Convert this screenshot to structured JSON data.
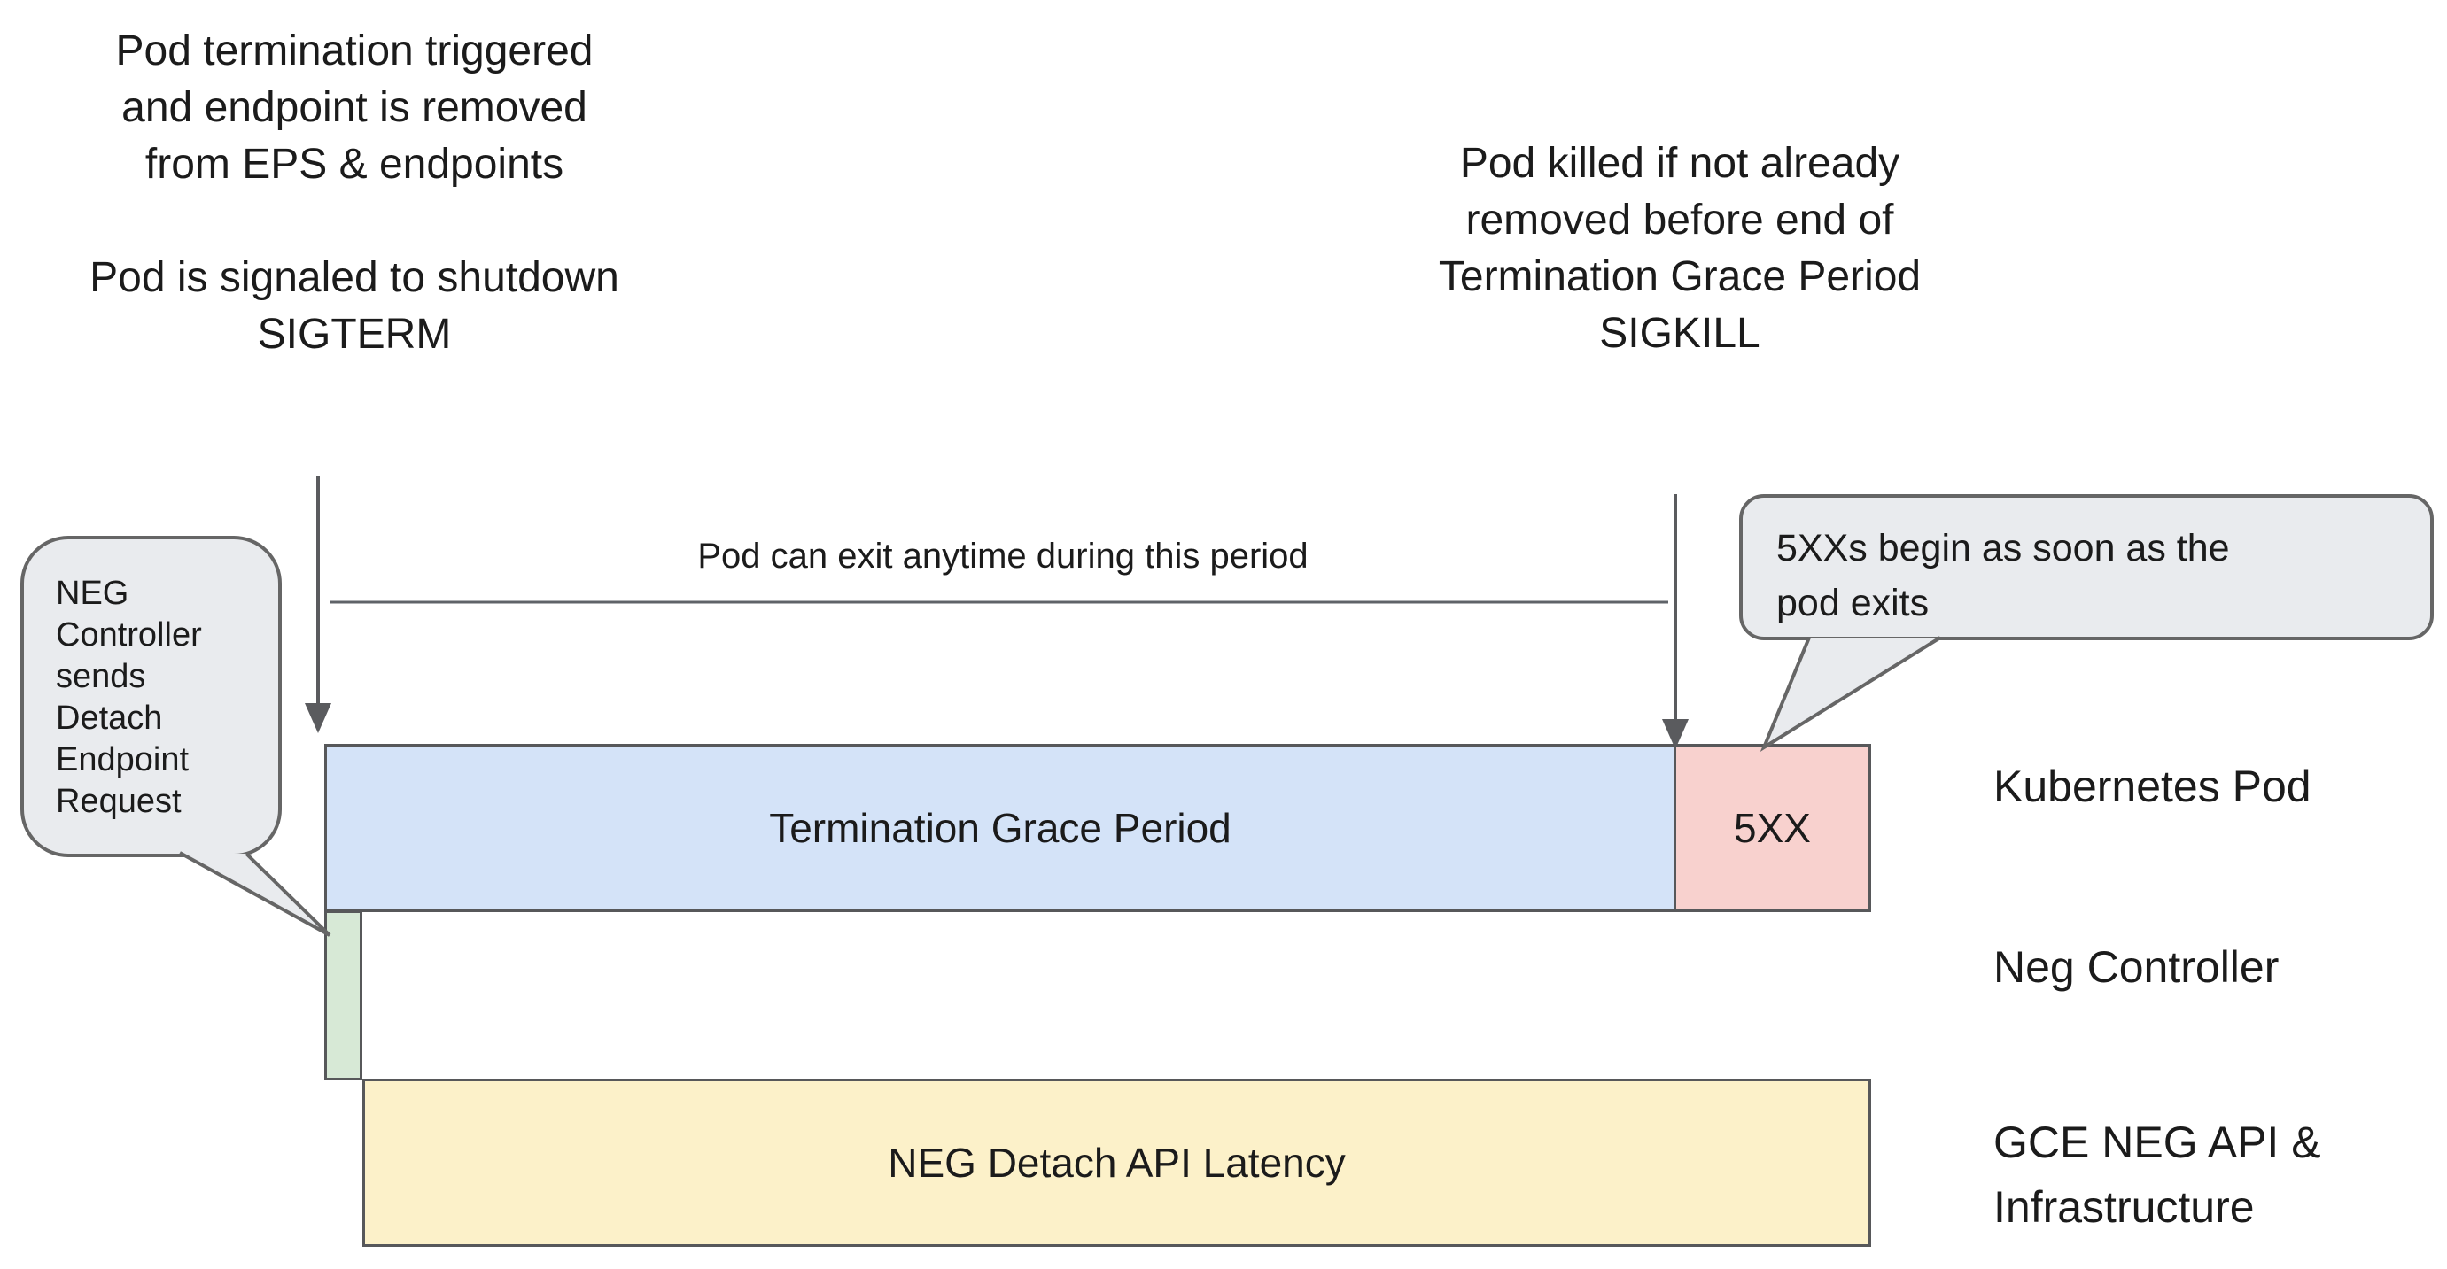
{
  "colors": {
    "background": "#ffffff",
    "text": "#1b1b1b",
    "bar_border": "#57585a",
    "line": "#5f6368",
    "arrow": "#5a5b5e",
    "callout_fill": "#e9ebee",
    "callout_border": "#666666",
    "grace_fill": "#d4e3f8",
    "error_fill": "#f8d1ce",
    "controller_fill": "#d7e9d6",
    "latency_fill": "#fcf1c9"
  },
  "annotations": {
    "top_left": {
      "lines": [
        "Pod termination triggered",
        "and endpoint is removed",
        "from EPS & endpoints",
        "",
        "Pod is signaled to shutdown",
        "SIGTERM"
      ]
    },
    "top_right": {
      "lines": [
        "Pod killed if not already",
        "removed before end of",
        "Termination Grace Period",
        "SIGKILL"
      ]
    },
    "period_label": "Pod can exit anytime during this period"
  },
  "callouts": {
    "left": {
      "lines": [
        "NEG",
        "Controller",
        "sends",
        "Detach",
        "Endpoint",
        "Request"
      ]
    },
    "right": {
      "lines": [
        "5XXs begin as soon as the",
        "pod exits"
      ]
    }
  },
  "timeline": {
    "grace_bar_label": "Termination Grace Period",
    "error_bar_label": "5XX",
    "latency_bar_label": "NEG Detach API Latency",
    "row_labels": {
      "kubernetes_pod": "Kubernetes Pod",
      "neg_controller": "Neg Controller",
      "gce_lines": [
        "GCE NEG API &",
        "Infrastructure"
      ]
    }
  }
}
